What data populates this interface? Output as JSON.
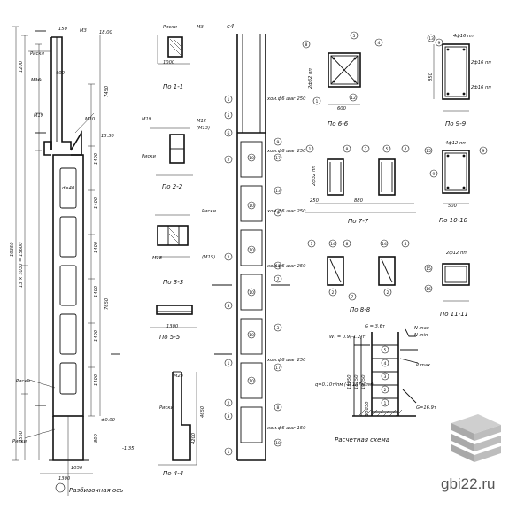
{
  "labels": {
    "section_1_1": "По 1-1",
    "section_2_2": "По 2-2",
    "section_3_3": "По 3-3",
    "section_4_4": "По 4-4",
    "section_5_5": "По 5-5",
    "section_6_6": "По 6-6",
    "section_7_7": "По 7-7",
    "section_8_8": "По 8-8",
    "section_9_9": "По 9-9",
    "section_10_10": "По 10-10",
    "section_11_11": "По 11-11",
    "calc_scheme": "Расчетная схема",
    "axis": "Разбивочная ось",
    "risk_1": "Риски",
    "risk_2": "Риски",
    "risk_3": "Риски",
    "risk_4": "Риски",
    "risk_5": "Риски",
    "risk_6": "Риски",
    "risk_7": "Риски",
    "m3a": "М3",
    "m3b": "М3",
    "m16": "М16",
    "m19": "М19",
    "m10": "М10",
    "m12": "М12",
    "m13": "(М13)",
    "m18": "М18",
    "m15": "(М15)",
    "m23": "М23",
    "m19b": "М19",
    "c4": "с4",
    "elev_1800": "18.00",
    "elev_1330": "13.30",
    "elev_000": "±0.00",
    "elev_135": "-1.35",
    "dim_150": "150",
    "dim_1200": "1200",
    "dim_600": "600",
    "dim_1400a": "1400",
    "dim_1400b": "1400",
    "dim_1400c": "1400",
    "dim_1400d": "1400",
    "dim_1400e": "1400",
    "dim_1400f": "1400",
    "dim_7450": "7450",
    "dim_7650": "7650",
    "dim_19350": "19350",
    "dim_total": "13 × 1030 = 15600",
    "dim_3550": "3550",
    "dim_800": "800",
    "dim_1050": "1050",
    "dim_1300": "1300",
    "dim_1300b": "1300",
    "dim_250": "250",
    "dim_500": "500",
    "dim_880": "880",
    "dim_600b": "600",
    "dim_850": "850",
    "dim_d40": "d=40",
    "dim_4200": "4200",
    "dim_4650": "4650",
    "dim_1000": "1000",
    "rebar_2d32": "2ф32 пп",
    "rebar_4d16": "4ф16 пп",
    "rebar_4d12": "4ф12 пп",
    "rebar_2d12": "2ф12 пп",
    "rebar_2d32b": "2ф32 пп",
    "rebar_2d16": "2ф16 пп",
    "rebar_2d16b": "2ф16 пп",
    "clamp_1": "хом.ф6 шаг 250",
    "clamp_2": "хом.ф6 шаг 250",
    "clamp_3": "хом.ф6 шаг 250",
    "clamp_4": "хом.ф6 шаг 250",
    "clamp_5": "хом.ф6 шаг 250",
    "clamp_6": "хом.ф6 шаг 150",
    "load_g": "G = 3.6т",
    "load_w": "W₁ = 0.9(-1.2)т",
    "load_q": "q=0.10т/пм (-0.137т/пм)",
    "load_nmax": "N max",
    "load_nmin": "N min",
    "load_pmax": "P max",
    "load_g2": "G=16.9т",
    "calc_15950": "15950",
    "calc_18150": "18150",
    "calc_19350": "19350",
    "calc_10850": "10850",
    "watermark": "gbi22.ru"
  }
}
